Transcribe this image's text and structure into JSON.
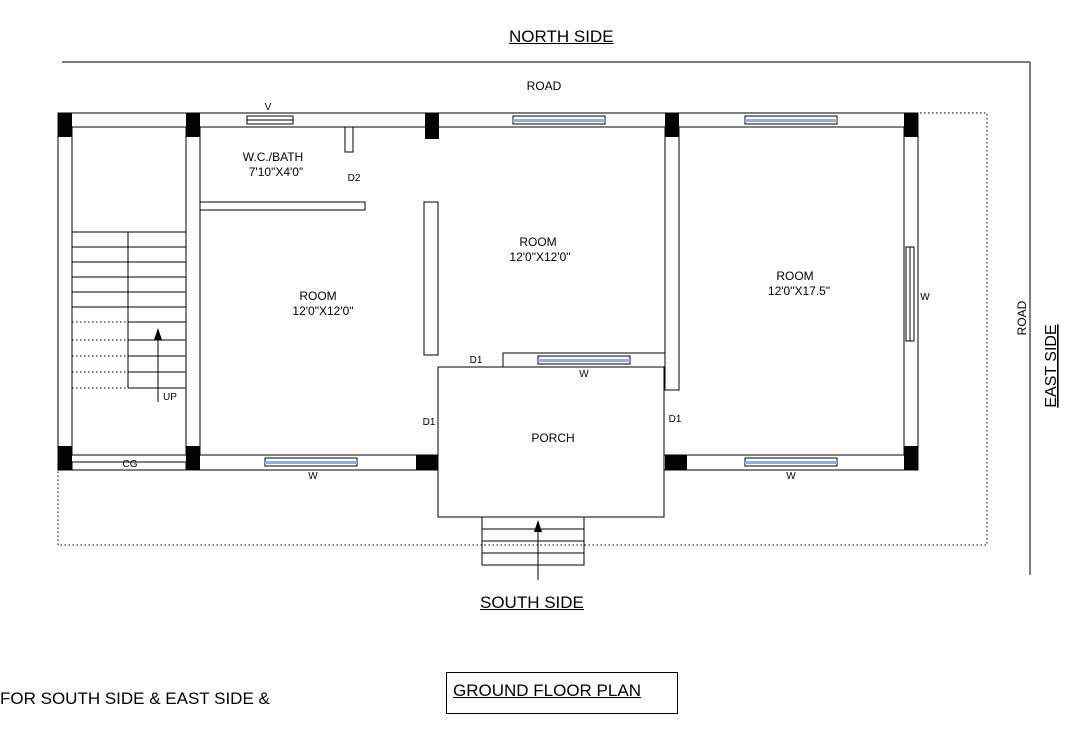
{
  "sides": {
    "north": "NORTH SIDE",
    "south": "SOUTH SIDE",
    "east": "EAST SIDE"
  },
  "roads": {
    "north": "ROAD",
    "east": "ROAD"
  },
  "rooms": {
    "wc": {
      "name": "W.C./BATH",
      "size": "7'10\"X4'0\""
    },
    "room_left": {
      "name": "ROOM",
      "size": "12'0\"X12'0\""
    },
    "room_center": {
      "name": "ROOM",
      "size": "12'0\"X12'0\""
    },
    "room_right": {
      "name": "ROOM",
      "size": "12'0\"X17.5\""
    },
    "porch": {
      "name": "PORCH"
    }
  },
  "labels": {
    "ventilator": "V",
    "door2": "D2",
    "door1_porch_top": "D1",
    "door1_porch_left": "D1",
    "door1_porch_right": "D1",
    "window_porch": "W",
    "window_left_bottom": "W",
    "window_right_bottom": "W",
    "window_east": "W",
    "stair_up": "UP",
    "cg": "CG"
  },
  "title": "GROUND FLOOR PLAN",
  "note": "FOR SOUTH SIDE & EAST SIDE &",
  "colors": {
    "line": "#000000",
    "glass": "#8fb0d8"
  }
}
